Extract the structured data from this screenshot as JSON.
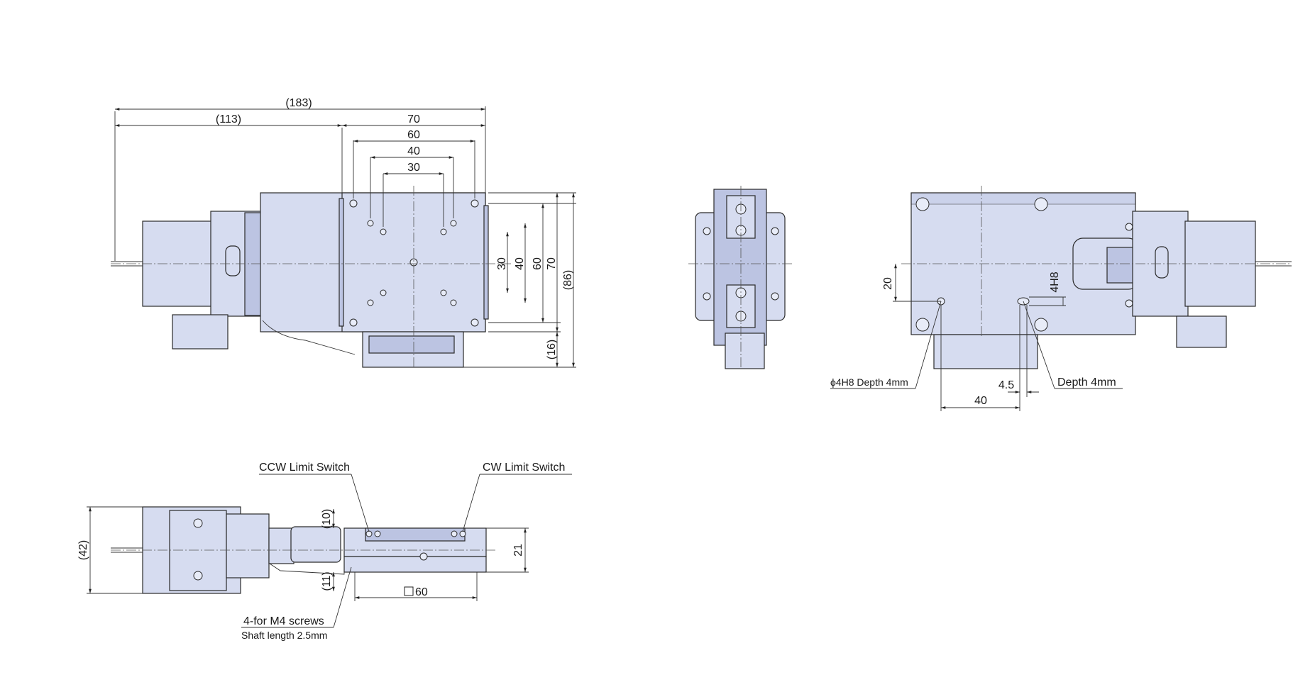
{
  "front_view": {
    "dims_horizontal": [
      "(183)",
      "(113)",
      "70",
      "60",
      "40",
      "30"
    ],
    "dims_vertical": [
      "30",
      "40",
      "60",
      "70",
      "(86)",
      "(16)"
    ]
  },
  "side_view": {
    "dims_left": [
      "(42)"
    ],
    "dims_right": [
      "21"
    ],
    "dims_small": [
      "(10)",
      "(11)"
    ],
    "dim_bottom": "60",
    "labels": {
      "ccw": "CCW Limit Switch",
      "cw": "CW Limit Switch",
      "screws": "4-for M4 screws",
      "shaft": "Shaft length 2.5mm"
    }
  },
  "rear_view": {
    "dims": {
      "v20": "20",
      "v4h8": "4H8",
      "h45": "4.5",
      "h40": "40"
    },
    "labels": {
      "hole": "ϕ4H8 Depth 4mm",
      "slot": "Depth 4mm"
    }
  },
  "colors": {
    "body": "#d6dcf0",
    "body_dark": "#bcc4e2",
    "line": "#2a2a2a"
  }
}
